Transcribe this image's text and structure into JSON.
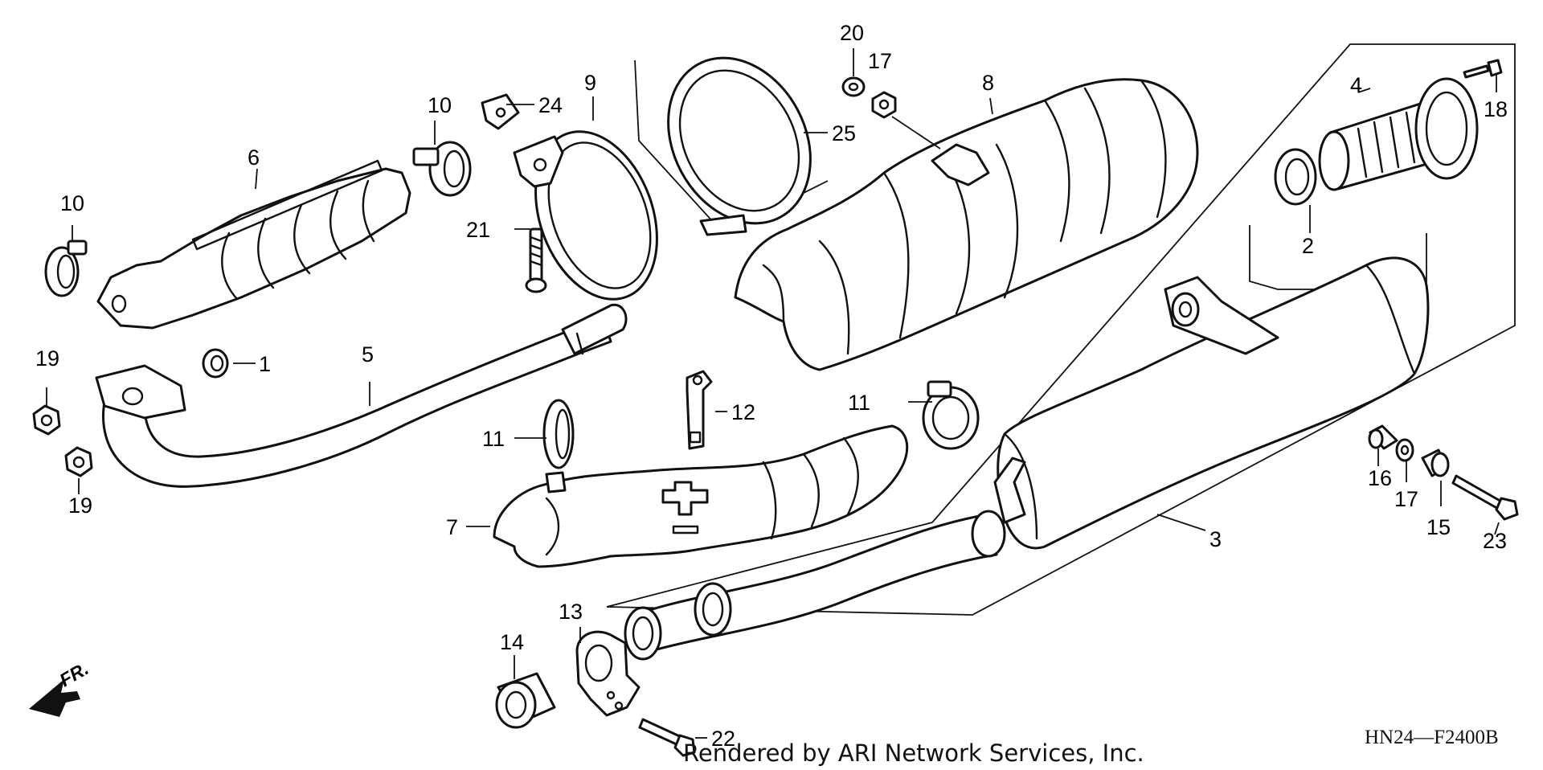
{
  "diagram": {
    "code": "HN24—F2400B",
    "credit": "Rendered by ARI Network Services, Inc.",
    "front_label": "FR.",
    "parts": [
      {
        "id": "p1",
        "label": "1"
      },
      {
        "id": "p2",
        "label": "2"
      },
      {
        "id": "p3",
        "label": "3"
      },
      {
        "id": "p4",
        "label": "4"
      },
      {
        "id": "p5",
        "label": "5"
      },
      {
        "id": "p6",
        "label": "6"
      },
      {
        "id": "p7",
        "label": "7"
      },
      {
        "id": "p8",
        "label": "8"
      },
      {
        "id": "p9",
        "label": "9"
      },
      {
        "id": "p10a",
        "label": "10"
      },
      {
        "id": "p10b",
        "label": "10"
      },
      {
        "id": "p11a",
        "label": "11"
      },
      {
        "id": "p11b",
        "label": "11"
      },
      {
        "id": "p12",
        "label": "12"
      },
      {
        "id": "p13",
        "label": "13"
      },
      {
        "id": "p14",
        "label": "14"
      },
      {
        "id": "p15",
        "label": "15"
      },
      {
        "id": "p16",
        "label": "16"
      },
      {
        "id": "p17a",
        "label": "17"
      },
      {
        "id": "p17b",
        "label": "17"
      },
      {
        "id": "p18",
        "label": "18"
      },
      {
        "id": "p19a",
        "label": "19"
      },
      {
        "id": "p19b",
        "label": "19"
      },
      {
        "id": "p20",
        "label": "20"
      },
      {
        "id": "p21",
        "label": "21"
      },
      {
        "id": "p22",
        "label": "22"
      },
      {
        "id": "p23",
        "label": "23"
      },
      {
        "id": "p24",
        "label": "24"
      },
      {
        "id": "p25",
        "label": "25"
      }
    ]
  }
}
